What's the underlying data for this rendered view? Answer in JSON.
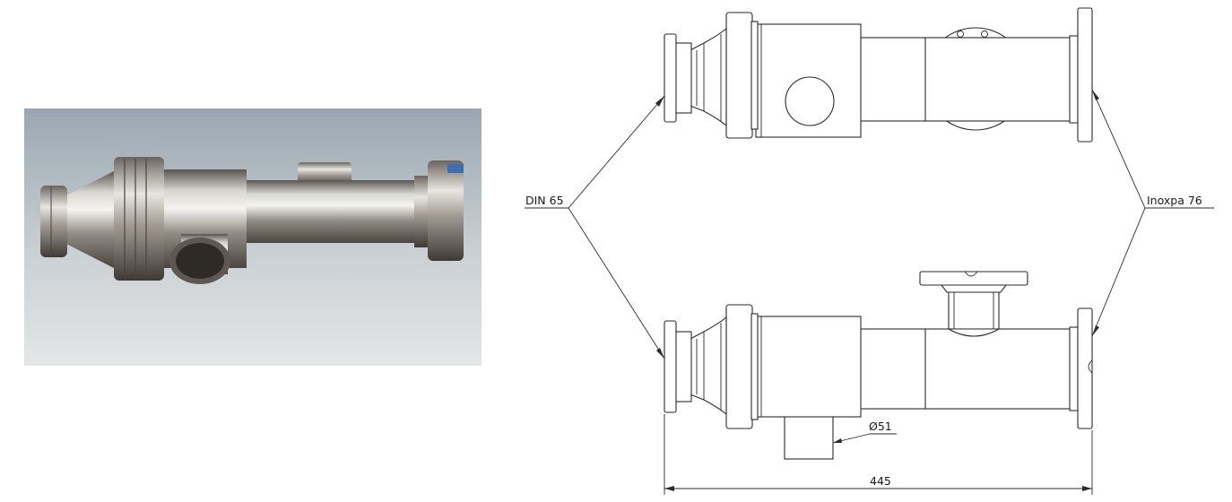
{
  "labels": {
    "left_connection": "DIN 65",
    "right_connection": "Inoxpa 76",
    "branch_diameter": "Ø51",
    "overall_length": "445"
  }
}
